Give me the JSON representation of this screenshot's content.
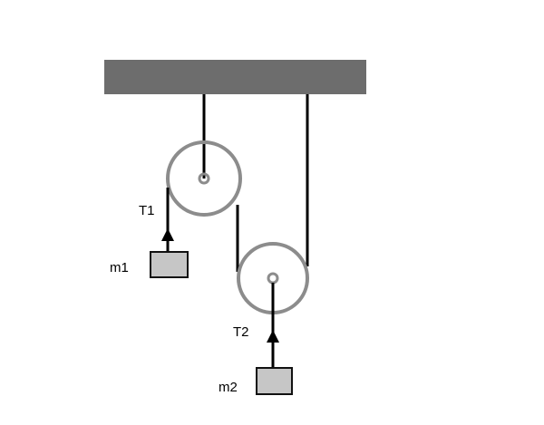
{
  "diagram": {
    "labels": {
      "tension_1": "T1",
      "tension_2": "T2",
      "mass_1": "m1",
      "mass_2": "m2"
    },
    "colors": {
      "ceiling": "#6d6d6d",
      "pulley_rim": "#8c8c8c",
      "rope": "#000000",
      "mass_fill": "#c6c6c6",
      "mass_border": "#111111"
    }
  }
}
